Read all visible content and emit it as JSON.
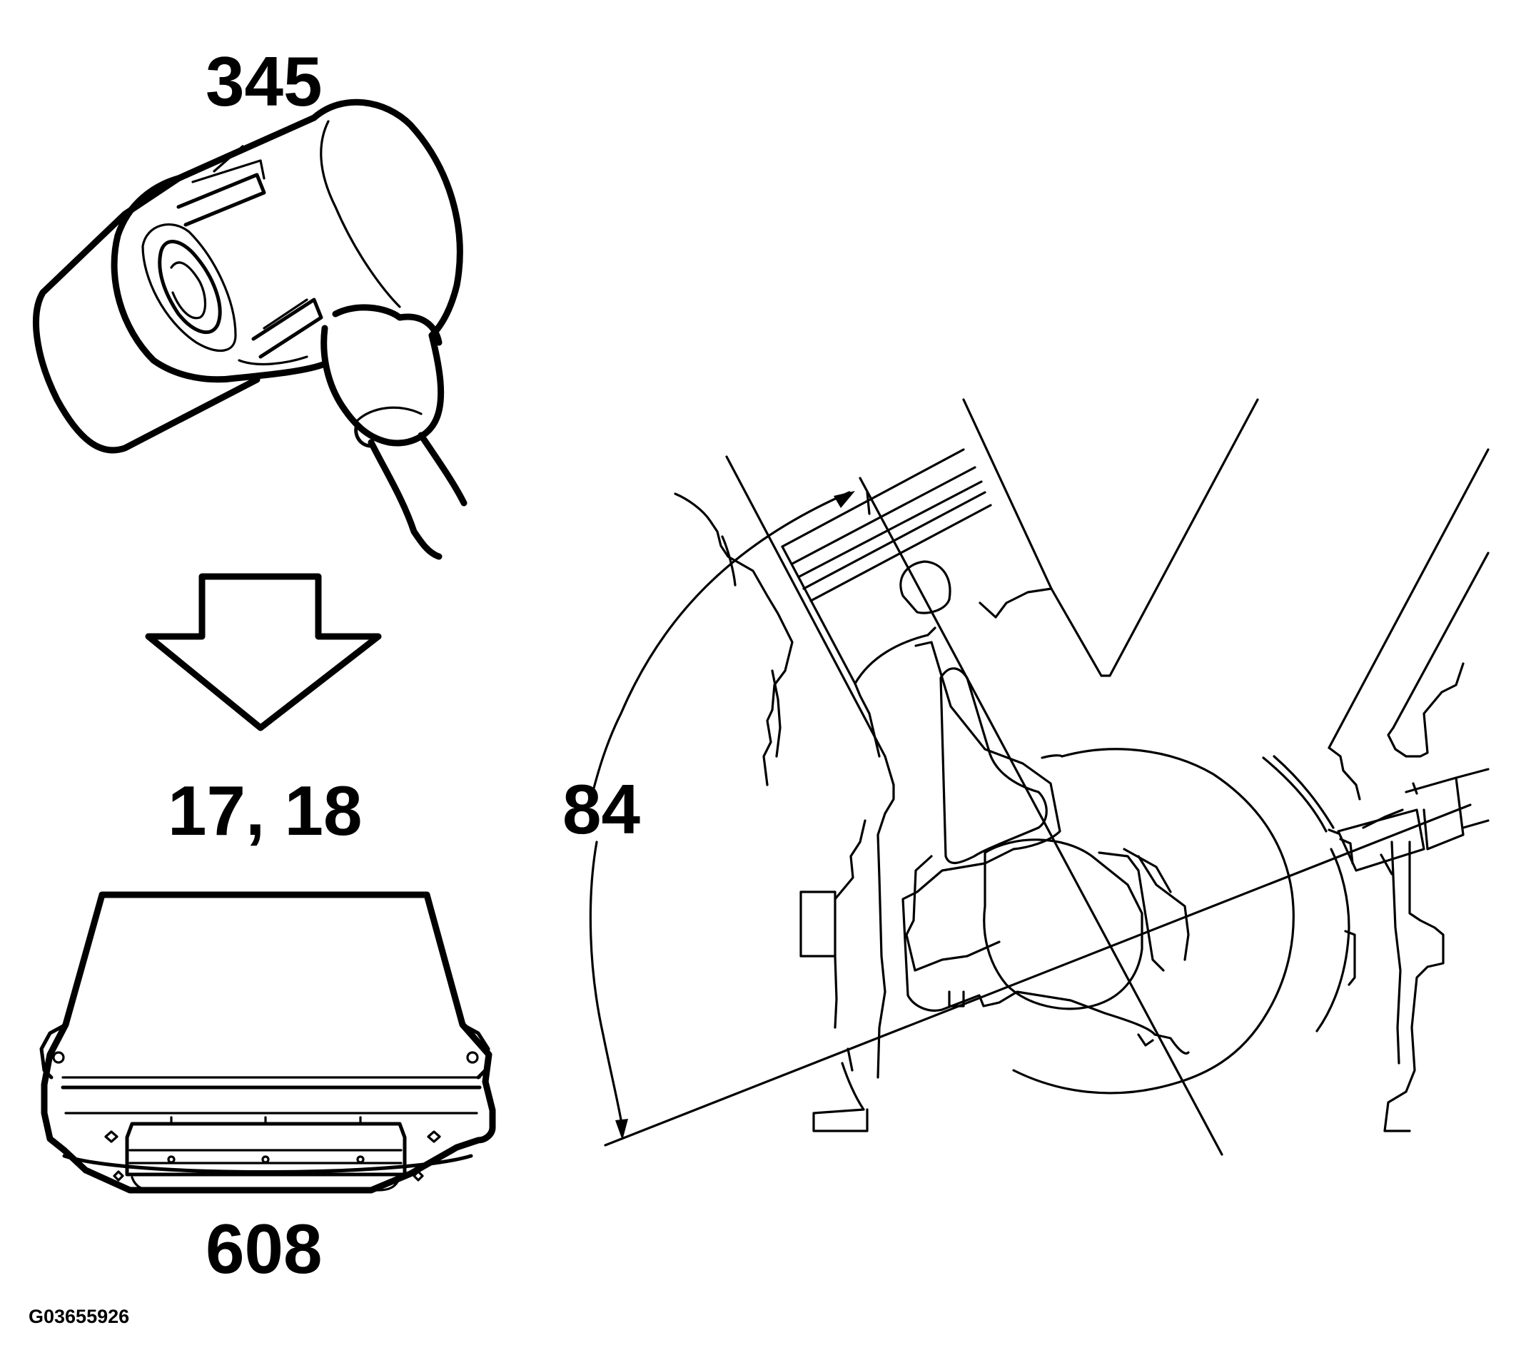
{
  "labels": {
    "sensor_part_number": "345",
    "arrow_step_number": "17, 18",
    "module_part_number": "608",
    "angle_value": "84",
    "figure_id": "G03655926"
  },
  "colors": {
    "ink": "#000000",
    "paper": "#ffffff"
  },
  "icons": {
    "sensor": "knock-sensor-icon",
    "flow_arrow": "down-arrow-icon",
    "module": "control-module-icon",
    "engine": "engine-cross-section"
  }
}
